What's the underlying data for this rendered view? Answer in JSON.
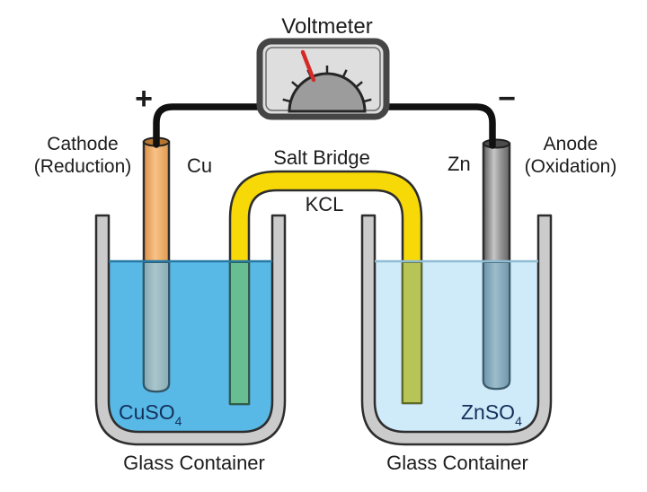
{
  "labels": {
    "voltmeter": "Voltmeter",
    "plus": "+",
    "minus": "−",
    "cathode_line1": "Cathode",
    "cathode_line2": "(Reduction)",
    "anode_line1": "Anode",
    "anode_line2": "(Oxidation)",
    "cu_electrode": "Cu",
    "zn_electrode": "Zn",
    "salt_bridge": "Salt Bridge",
    "kcl": "KCL",
    "cuso4_formula": "CuSO",
    "cuso4_subscript": "4",
    "znso4_formula": "ZnSO",
    "znso4_subscript": "4",
    "glass_container_left": "Glass Container",
    "glass_container_right": "Glass Container"
  },
  "colors": {
    "copper_electrode": "#eda55d",
    "zinc_electrode": "#9a9a9a",
    "salt_bridge": "#f7d908",
    "cuso4_solution": "#58b9e6",
    "znso4_solution": "#cfeaf8",
    "glass": "#cbcbcb",
    "wire": "#101010",
    "voltmeter_face": "#dedede",
    "voltmeter_dial": "#9c9c9c",
    "needle": "#d42a28",
    "formula_text": "#14305c",
    "label_text": "#1c1c1c",
    "submerged_copper": "#8fb1ba",
    "submerged_zinc": "#7ba3b8",
    "submerged_bridge_left": "#69bd92",
    "submerged_bridge_right": "#b7c457"
  }
}
